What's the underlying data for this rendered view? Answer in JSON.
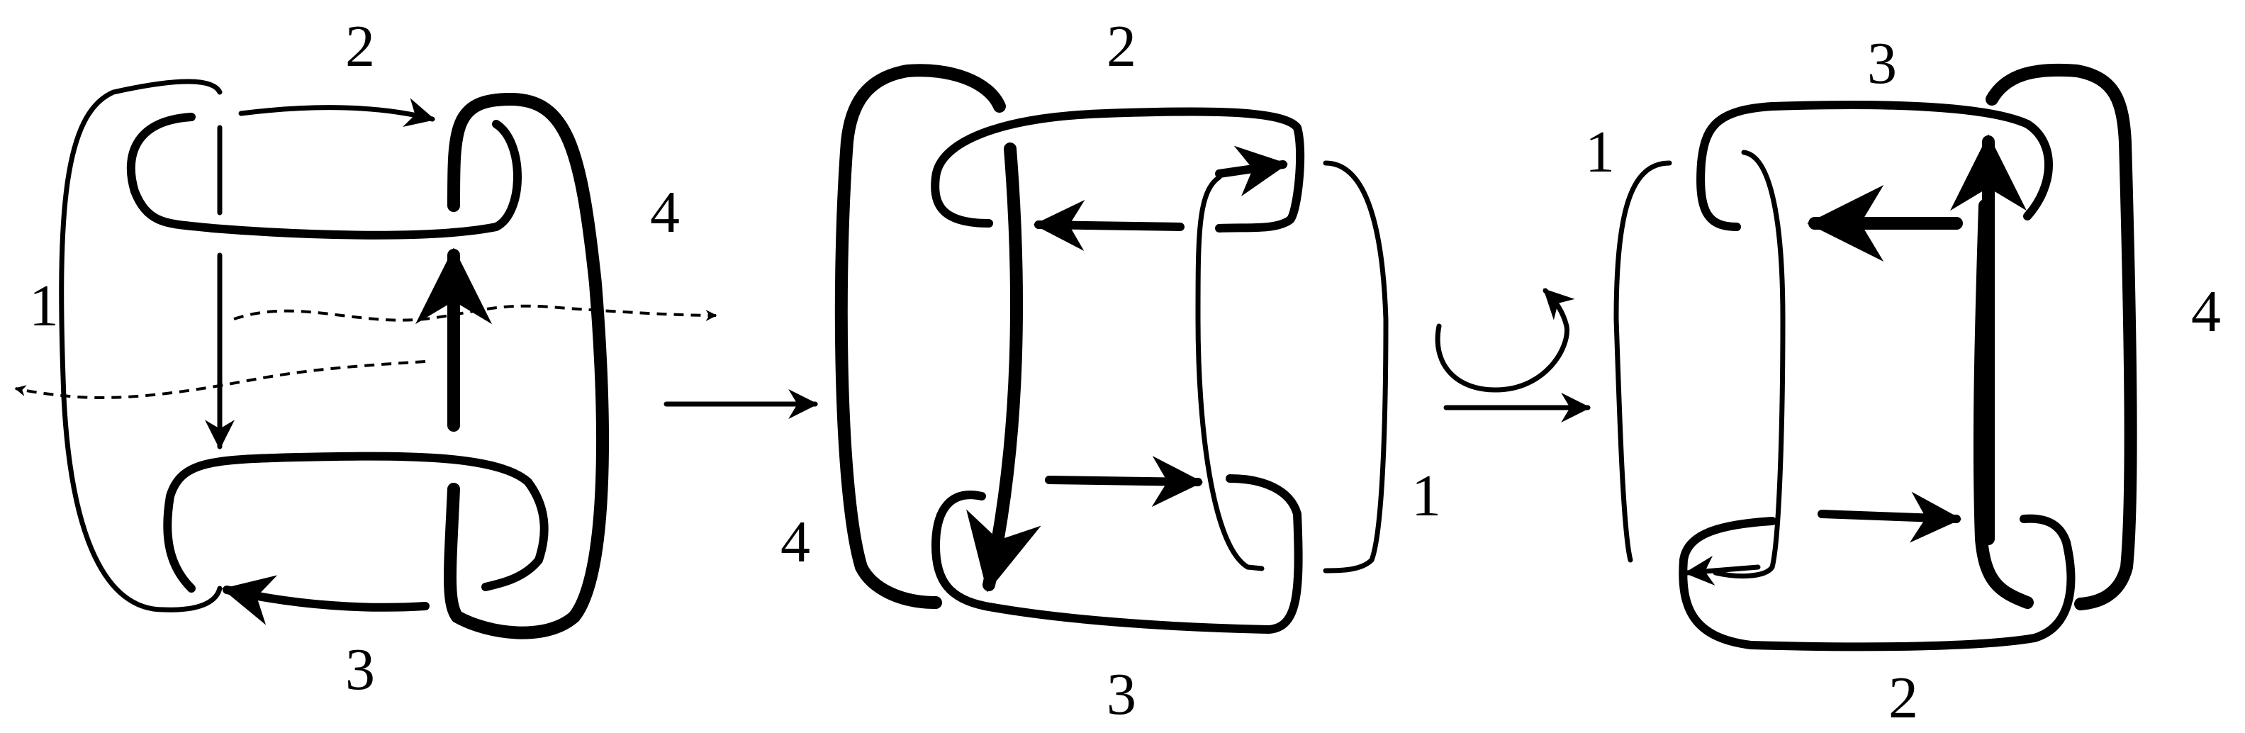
{
  "panels": [
    {
      "labels": {
        "top": "2",
        "right": "4",
        "left": "1",
        "bottom": "3"
      }
    },
    {
      "labels": {
        "top": "2",
        "right": "1",
        "left": "4",
        "bottom": "3"
      }
    },
    {
      "labels": {
        "top": "3",
        "right": "4",
        "left": "1",
        "bottom": "2"
      }
    }
  ],
  "icons": {
    "transition_arrow": "long-right-arrow",
    "rotation": "curved-rotation-arrow"
  }
}
